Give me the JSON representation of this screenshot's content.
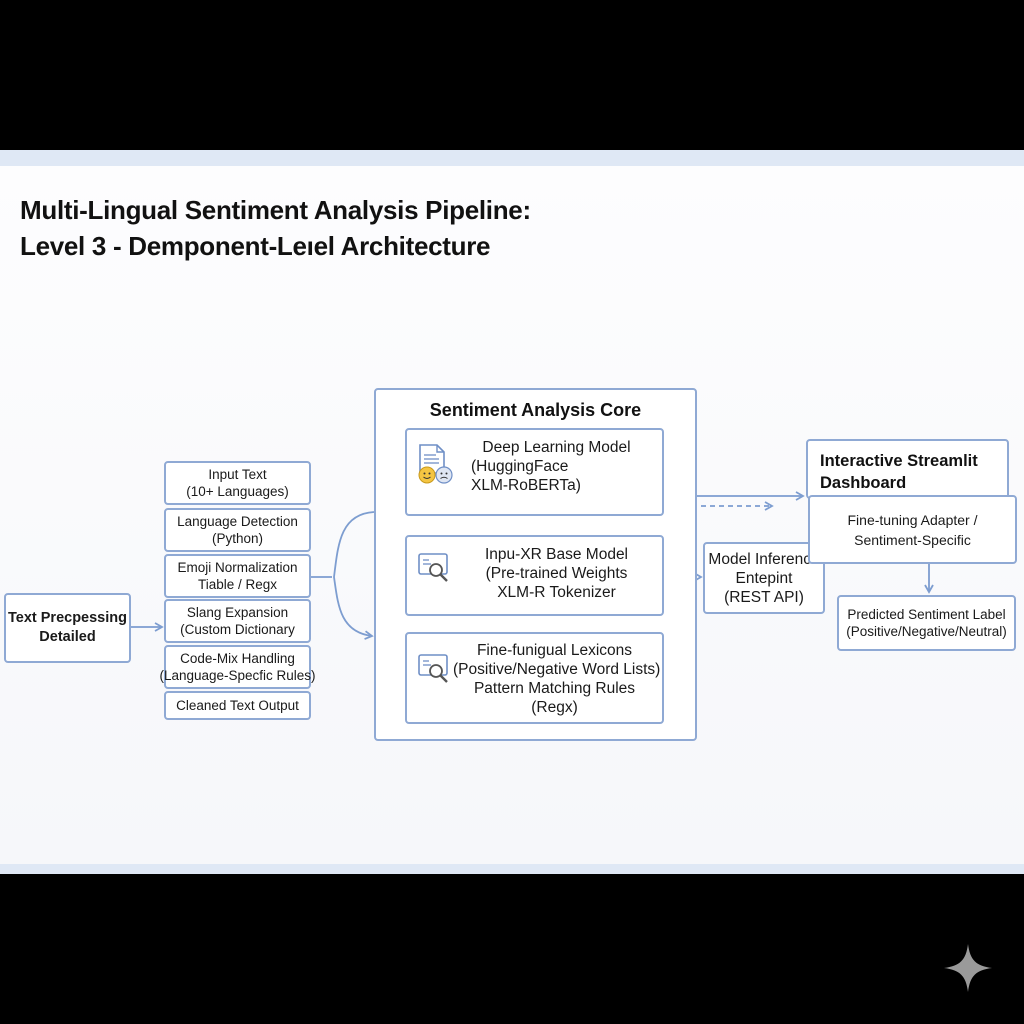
{
  "title": {
    "line1": "Multi-Lingual Sentiment Analysis Pipeline:",
    "line2": "Level 3 - Demponent-Leıel Architecture"
  },
  "preprocess": {
    "label_line1": "Text Precpessing",
    "label_line2": "Detailed",
    "steps": [
      {
        "l1": "Input Text",
        "l2": "(10+ Languages)"
      },
      {
        "l1": "Language Detection",
        "l2": "(Python)"
      },
      {
        "l1": "Emoji Normalization",
        "l2": "Tiable / Regx"
      },
      {
        "l1": "Slang Expansion",
        "l2": "(Custom Dictionary"
      },
      {
        "l1": "Code-Mix Handling",
        "l2": "(Language-Specfic Rules)"
      },
      {
        "l1": "Cleaned Text Output",
        "l2": ""
      }
    ]
  },
  "core": {
    "title": "Sentiment Analysis Core",
    "blocks": [
      {
        "l1": "Deep Learning Model",
        "l2": "(HuggingFace",
        "l3": "XLM-RoBERTa)",
        "icon": "document-emoji-icon"
      },
      {
        "l1": "Inpu-XR Base Model",
        "l2": "(Pre-trained Weights",
        "l3": "XLM-R Tokenizer",
        "icon": "search-window-icon"
      },
      {
        "l1": "Fine-funigual Lexicons",
        "l2": "(Positive/Negative Word Lists)",
        "l3": "Pattern Matching Rules",
        "l4": "(Regx)",
        "icon": "search-window-icon"
      }
    ]
  },
  "inference": {
    "l1": "Model Inference",
    "l2": "Entepint",
    "l3": "(REST API)"
  },
  "dashboard": {
    "title_line1": "Interactive Streamlit",
    "title_line2": "Dashboard",
    "adapter_l1": "Fine-tuning Adapter /",
    "adapter_l2": "Sentiment-Specific",
    "output_l1": "Predicted Sentiment Label",
    "output_l2": "(Positive/Negative/Neutral)"
  },
  "colors": {
    "accent": "#8fa9d4",
    "arrow": "#7d9dd0",
    "band": "#dfe8f5"
  }
}
